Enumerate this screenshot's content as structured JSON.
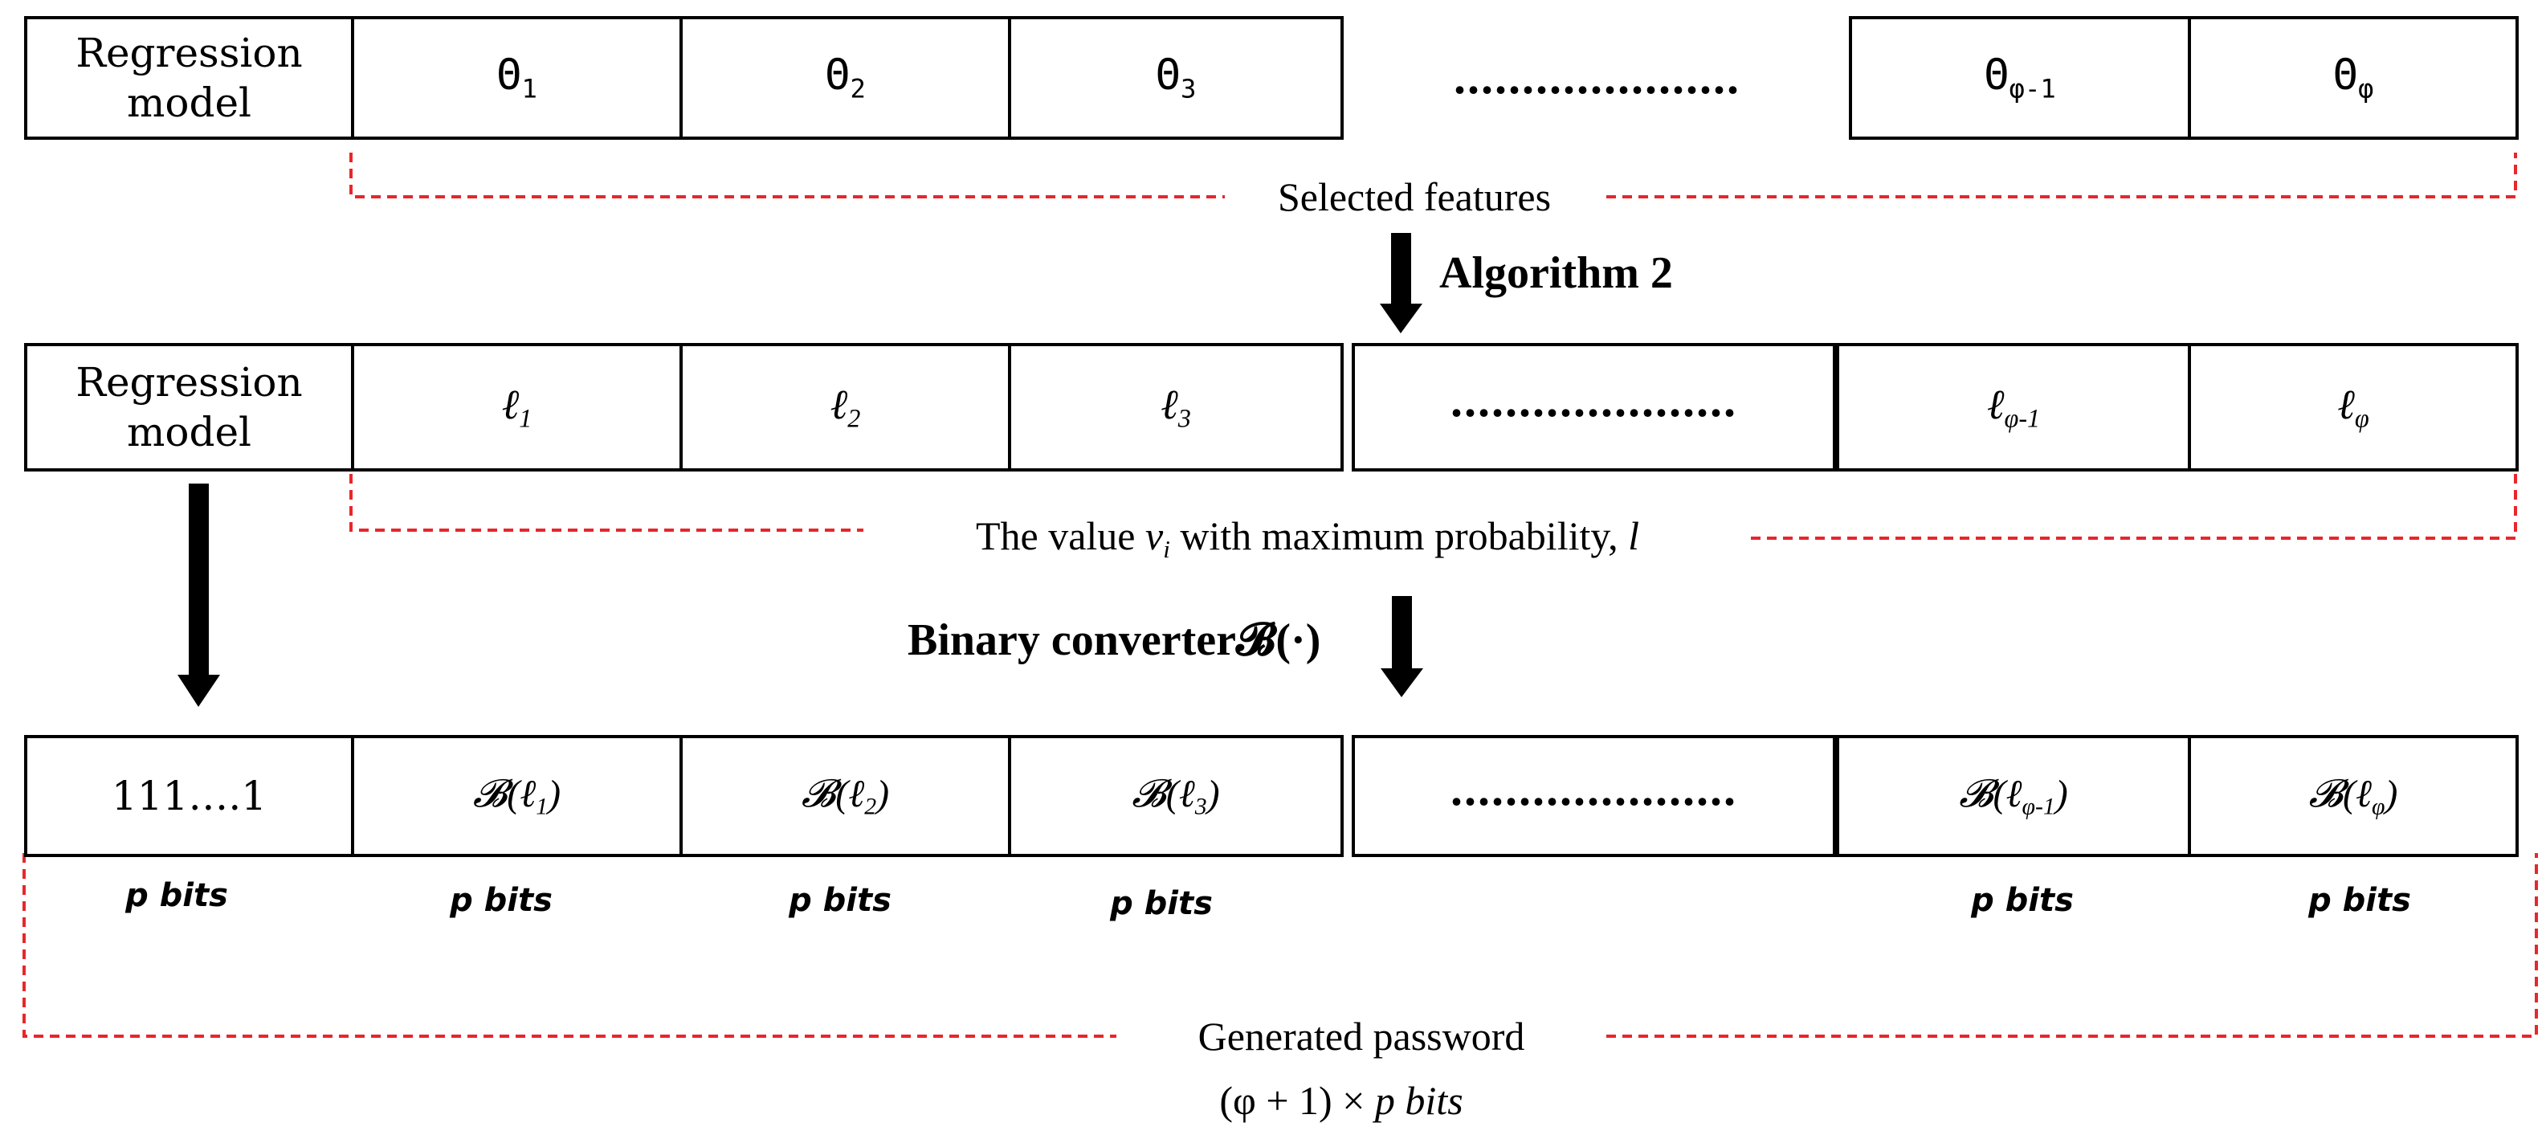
{
  "row1": {
    "first_label": "Regression model",
    "cells": [
      {
        "sym": "Θ",
        "sub": "1"
      },
      {
        "sym": "Θ",
        "sub": "2"
      },
      {
        "sym": "Θ",
        "sub": "3"
      },
      {
        "sym": "Θ",
        "sub": "φ-1"
      },
      {
        "sym": "Θ",
        "sub": "φ"
      }
    ],
    "ellipsis": "....................."
  },
  "note1": "Selected features",
  "step1": "Algorithm 2",
  "row2": {
    "first_label": "Regression model",
    "cells": [
      {
        "sym": "ℓ",
        "sub": "1"
      },
      {
        "sym": "ℓ",
        "sub": "2"
      },
      {
        "sym": "ℓ",
        "sub": "3"
      },
      {
        "sym": "ℓ",
        "sub": "φ-1"
      },
      {
        "sym": "ℓ",
        "sub": "φ"
      }
    ],
    "ellipsis": "....................."
  },
  "note2": {
    "pre": "The value ",
    "var": "v",
    "var_sub": "i",
    "post": " with maximum probability, ",
    "tail": "l"
  },
  "step2": "Binary converter𝓑(·)",
  "row3": {
    "first_label": "111….1",
    "cells": [
      {
        "fn": "𝓑(",
        "sym": "ℓ",
        "sub": "1",
        "close": ")"
      },
      {
        "fn": "𝓑(",
        "sym": "ℓ",
        "sub": "2",
        "close": ")"
      },
      {
        "fn": "𝓑(",
        "sym": "ℓ",
        "sub": "3",
        "close": ")"
      },
      {
        "fn": "𝓑(",
        "sym": "ℓ",
        "sub": "φ-1",
        "close": ")"
      },
      {
        "fn": "𝓑(",
        "sym": "ℓ",
        "sub": "φ",
        "close": ")"
      }
    ],
    "ellipsis": "....................."
  },
  "bits_label": "p bits",
  "note3": {
    "title": "Generated password",
    "formula_pre": "(φ + 1) × ",
    "formula_var": "p bits"
  },
  "colors": {
    "dashed": "#e8262b",
    "stroke": "#000000"
  }
}
